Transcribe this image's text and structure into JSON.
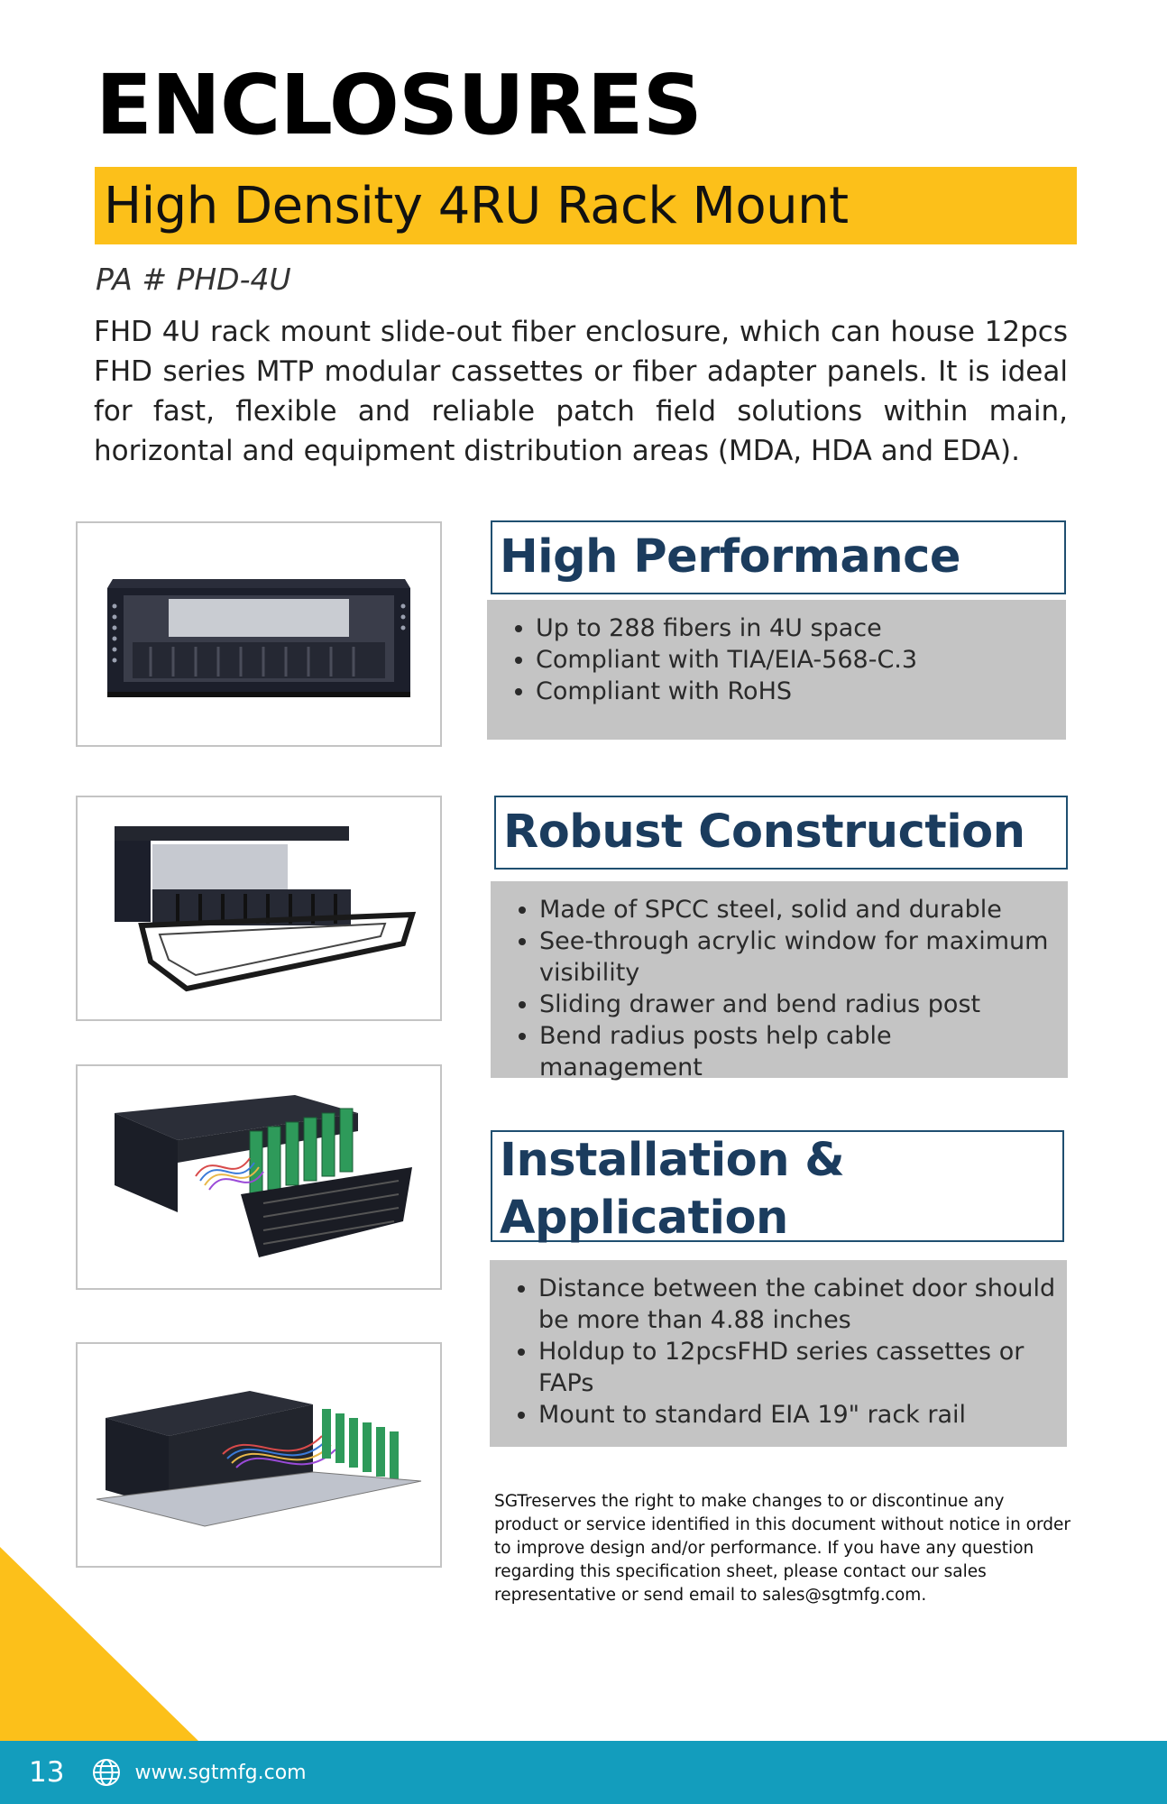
{
  "page": {
    "title": "ENCLOSURES",
    "subtitle": "High Density 4RU Rack Mount",
    "part_number": "PA # PHD-4U",
    "intro": "FHD 4U rack mount slide-out fiber enclosure, which can house 12pcs FHD series MTP modular cassettes or fiber adapter panels. It is ideal for fast, flexible and reliable patch field solutions within main, horizontal and equipment distribution areas (MDA, HDA and EDA)."
  },
  "sections": [
    {
      "heading": "High Performance",
      "items": [
        "Up to 288 fibers in 4U space",
        "Compliant with TIA/EIA-568-C.3",
        "Compliant with RoHS"
      ]
    },
    {
      "heading": "Robust Construction",
      "items": [
        "Made of SPCC steel, solid and durable",
        "See-through acrylic window for maximum visibility",
        "Sliding drawer and bend radius post",
        "Bend radius posts help cable management"
      ]
    },
    {
      "heading_line1": "Installation &",
      "heading_line2": "Application",
      "items": [
        "Distance between the cabinet door should be more than 4.88 inches",
        "Holdup to 12pcsFHD series cassettes or FAPs",
        "Mount to standard EIA 19\" rack rail"
      ]
    }
  ],
  "disclaimer": "SGTreserves the right to make changes to or discontinue any product or service identified in this document without notice in order to improve design and/or performance. If you have any question regarding this specification sheet, please contact our sales representative or send email to sales@sgtmfg.com.",
  "footer": {
    "page_number": "13",
    "website": "www.sgtmfg.com",
    "icon": "globe-icon"
  },
  "colors": {
    "accent_yellow": "#fcc01a",
    "heading_navy": "#1b3c5e",
    "box_grey": "#c4c4c4",
    "footer_teal": "#139dbd"
  }
}
